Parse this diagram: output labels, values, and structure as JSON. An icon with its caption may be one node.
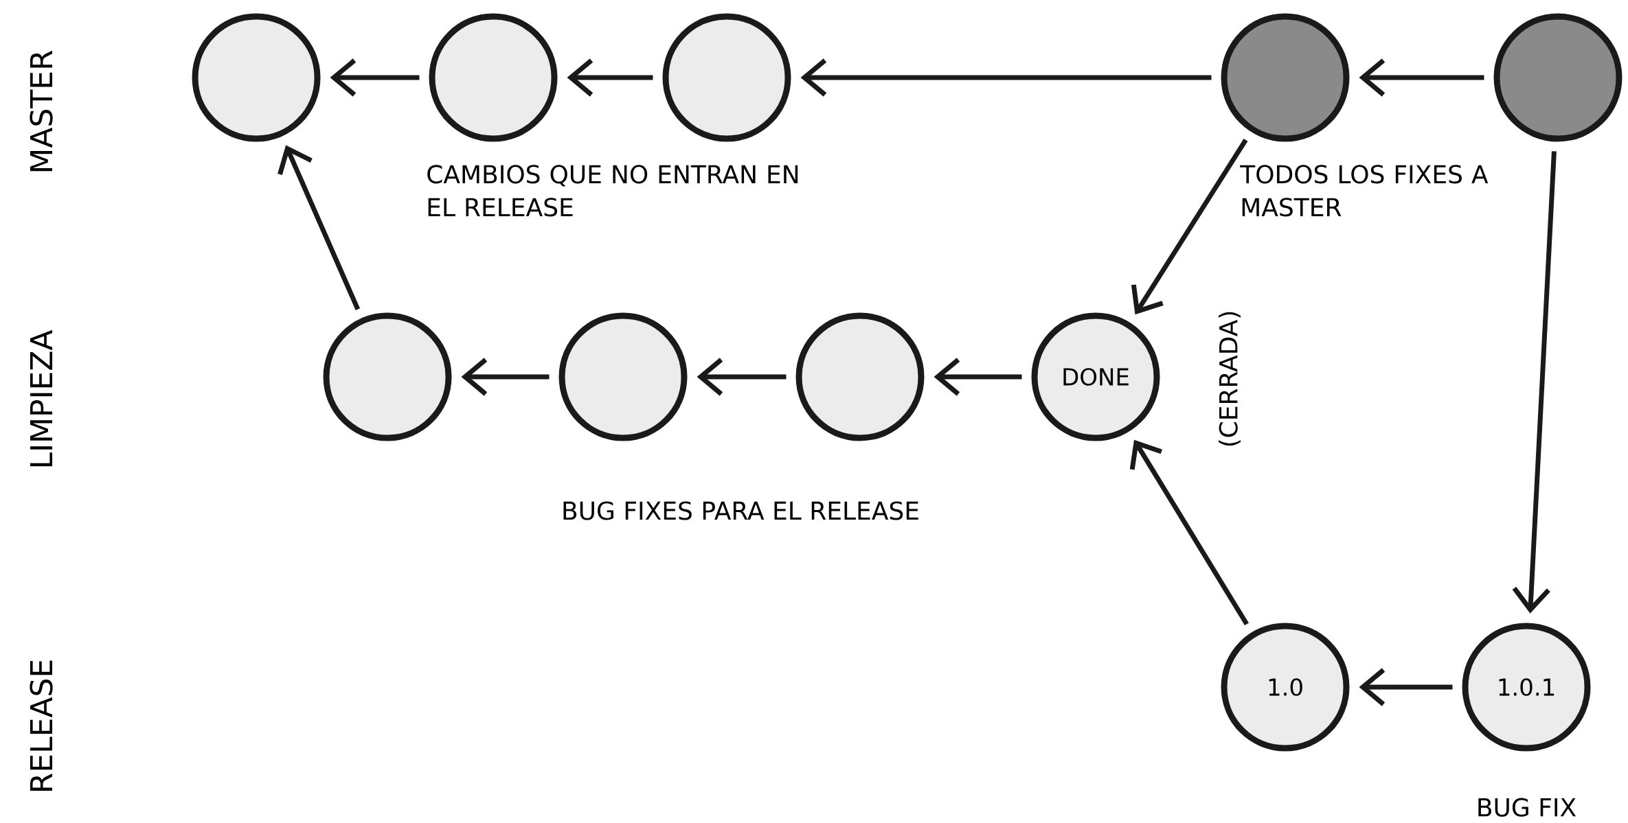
{
  "diagram": {
    "nodes": [
      {
        "text": [],
        "shape": "circle"
      },
      {
        "text": [],
        "shape": "circle"
      },
      {
        "text": [],
        "shape": "circle"
      },
      {
        "text": [],
        "shape": "circle"
      },
      {
        "text": [],
        "shape": "circle"
      },
      {
        "text": [],
        "shape": "circle"
      },
      {
        "text": [],
        "shape": "circle"
      },
      {
        "text": [],
        "shape": "circle"
      },
      {
        "text": [
          "DONE"
        ]
      },
      {
        "text": [
          "1.0"
        ]
      },
      {
        "text": [
          "1.0.1"
        ]
      }
    ],
    "edges": [
      {
        "from": 1,
        "to": 0,
        "arrow": "to"
      },
      {
        "from": 2,
        "to": 1,
        "arrow": "to"
      },
      {
        "from": 3,
        "to": 2,
        "arrow": "to"
      },
      {
        "from": 4,
        "to": 3,
        "arrow": "to"
      },
      {
        "from": 3,
        "to": 8,
        "arrow": "to"
      },
      {
        "from": 4,
        "to": 10,
        "arrow": "to"
      },
      {
        "from": 6,
        "to": 5,
        "arrow": "to"
      },
      {
        "from": 7,
        "to": 6,
        "arrow": "to"
      },
      {
        "from": 8,
        "to": 7,
        "arrow": "to"
      },
      {
        "from": 5,
        "to": 0,
        "arrow": "to"
      },
      {
        "from": 9,
        "to": 8,
        "arrow": "to"
      },
      {
        "from": 10,
        "to": 9,
        "arrow": "to"
      }
    ],
    "labels": [
      "MASTER",
      "CAMBIOS QUE NO ENTRAN EN EL RELEASE",
      "TODOS LOS FIXES A MASTER",
      "LIMPIEZA",
      "(CERRADA)",
      "BUG FIXES PARA EL RELEASE",
      "RELEASE",
      "BUG FIX"
    ]
  }
}
